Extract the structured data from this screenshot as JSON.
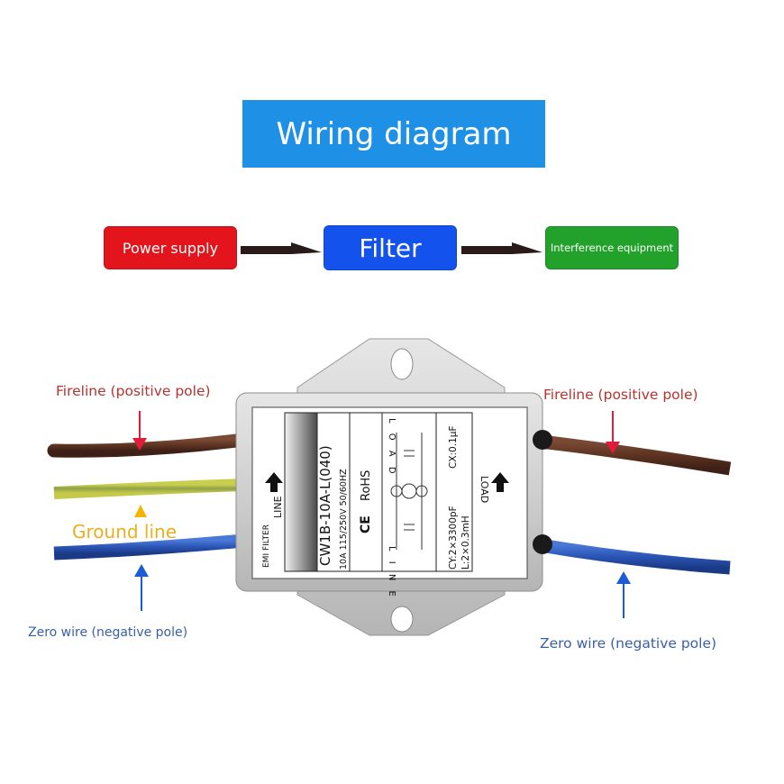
{
  "title": "Wiring diagram",
  "flow": {
    "source": "Power supply",
    "filter": "Filter",
    "target": "Interference equipment"
  },
  "labels": {
    "left_fire": "Fireline (positive pole)",
    "right_fire": "Fireline (positive pole)",
    "ground": "Ground line",
    "left_zero": "Zero wire (negative pole)",
    "right_zero": "Zero wire (negative pole)"
  },
  "device": {
    "model": "CW1B-10A-L(040)",
    "rating": "10A 115/250V 50/60HZ",
    "rohs": "RoHS",
    "ce": "CE",
    "emi": "EMI FILTER",
    "line": "LINE",
    "load": "LOAD",
    "cy": "CY:2×3300pF",
    "inductance": "L:2×0.3mH",
    "cx": "CX:0.1μF",
    "load_letters": "L O A D",
    "line_letters": "L I N E"
  },
  "colors": {
    "title_bg": "#1e90e6",
    "power": "#e3141b",
    "filter": "#1452ee",
    "interference": "#22a12b",
    "fire_wire": "#5e3322",
    "zero_wire": "#2a55b5",
    "ground_wire": "#b6b84a",
    "arrow_red": "#e11b3a",
    "arrow_blue": "#1b5bd6",
    "arrow_gold": "#f2b600"
  },
  "icons": [
    "flow-arrow-icon",
    "red-arrow-icon",
    "blue-arrow-icon",
    "gold-arrow-icon"
  ]
}
